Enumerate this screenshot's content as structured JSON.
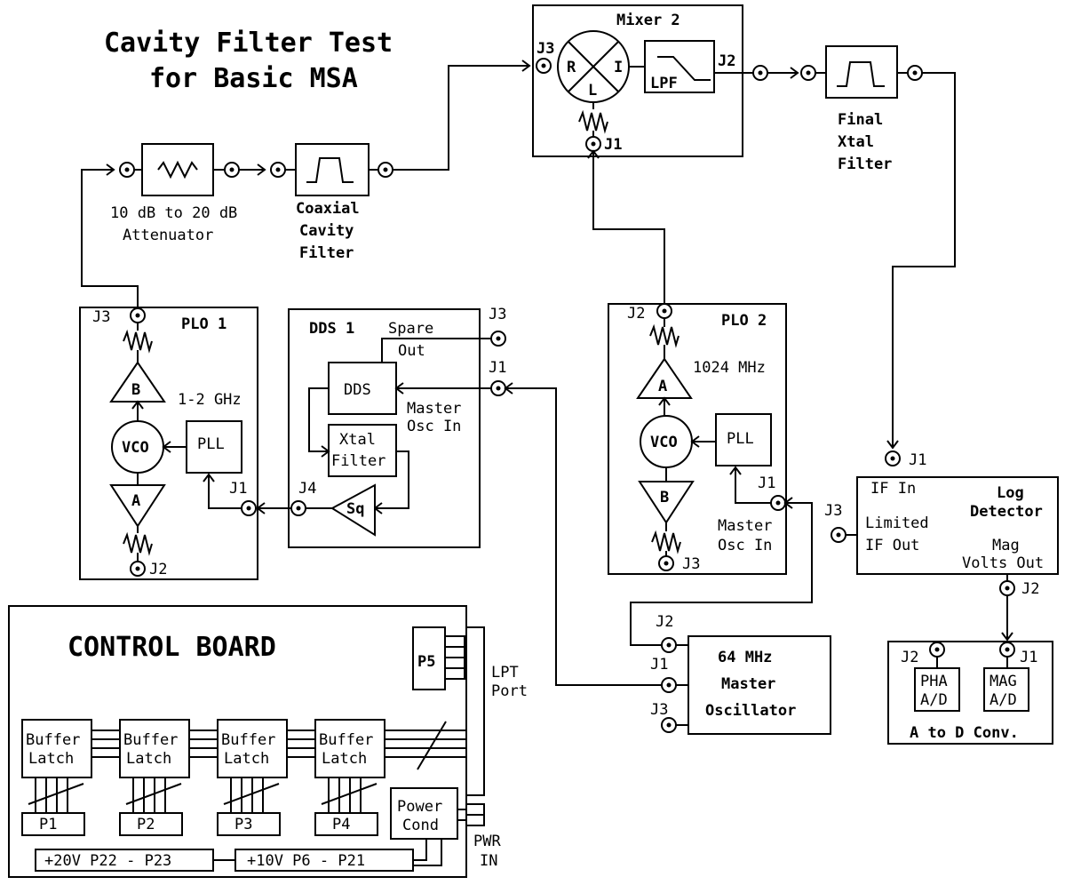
{
  "title": {
    "line1": "Cavity Filter Test",
    "line2": "for Basic MSA"
  },
  "attenuator": {
    "label1": "10 dB to 20 dB",
    "label2": "Attenuator"
  },
  "cavity_filter": {
    "label1": "Coaxial",
    "label2": "Cavity",
    "label3": "Filter"
  },
  "mixer2": {
    "title": "Mixer 2",
    "r": "R",
    "i": "I",
    "l": "L",
    "lpf": "LPF",
    "j1": "J1",
    "j2": "J2",
    "j3": "J3"
  },
  "final_xtal": {
    "label1": "Final",
    "label2": "Xtal",
    "label3": "Filter"
  },
  "plo1": {
    "title": "PLO 1",
    "freq": "1-2 GHz",
    "amp_b": "B",
    "amp_a": "A",
    "vco": "VCO",
    "pll": "PLL",
    "j1": "J1",
    "j2": "J2",
    "j3": "J3"
  },
  "dds1": {
    "title": "DDS 1",
    "spare1": "Spare",
    "spare2": "Out",
    "dds": "DDS",
    "xtal1": "Xtal",
    "xtal2": "Filter",
    "sq": "Sq",
    "master1": "Master",
    "master2": "Osc In",
    "j1": "J1",
    "j3": "J3",
    "j4": "J4"
  },
  "plo2": {
    "title": "PLO 2",
    "freq": "1024 MHz",
    "amp_a": "A",
    "amp_b": "B",
    "vco": "VCO",
    "pll": "PLL",
    "master1": "Master",
    "master2": "Osc In",
    "j1": "J1",
    "j2": "J2",
    "j3": "J3"
  },
  "log_det": {
    "title1": "Log",
    "title2": "Detector",
    "if_in": "IF In",
    "lim1": "Limited",
    "lim2": "IF Out",
    "mag1": "Mag",
    "mag2": "Volts Out",
    "j1": "J1",
    "j2": "J2",
    "j3": "J3"
  },
  "atod": {
    "pha1": "PHA",
    "pha2": "A/D",
    "mag1": "MAG",
    "mag2": "A/D",
    "title": "A to D Conv.",
    "j1": "J1",
    "j2": "J2"
  },
  "master_osc": {
    "line1": "64 MHz",
    "line2": "Master",
    "line3": "Oscillator",
    "j1": "J1",
    "j2": "J2",
    "j3": "J3"
  },
  "control": {
    "title": "CONTROL BOARD",
    "p5": "P5",
    "lpt1": "LPT",
    "lpt2": "Port",
    "buffers": [
      {
        "l1": "Buffer",
        "l2": "Latch",
        "p": "P1"
      },
      {
        "l1": "Buffer",
        "l2": "Latch",
        "p": "P2"
      },
      {
        "l1": "Buffer",
        "l2": "Latch",
        "p": "P3"
      },
      {
        "l1": "Buffer",
        "l2": "Latch",
        "p": "P4"
      }
    ],
    "power1": "Power",
    "power2": "Cond",
    "pwr1": "PWR",
    "pwr2": "IN",
    "v20": "+20V   P22 - P23",
    "v10": "+10V   P6 - P21"
  }
}
